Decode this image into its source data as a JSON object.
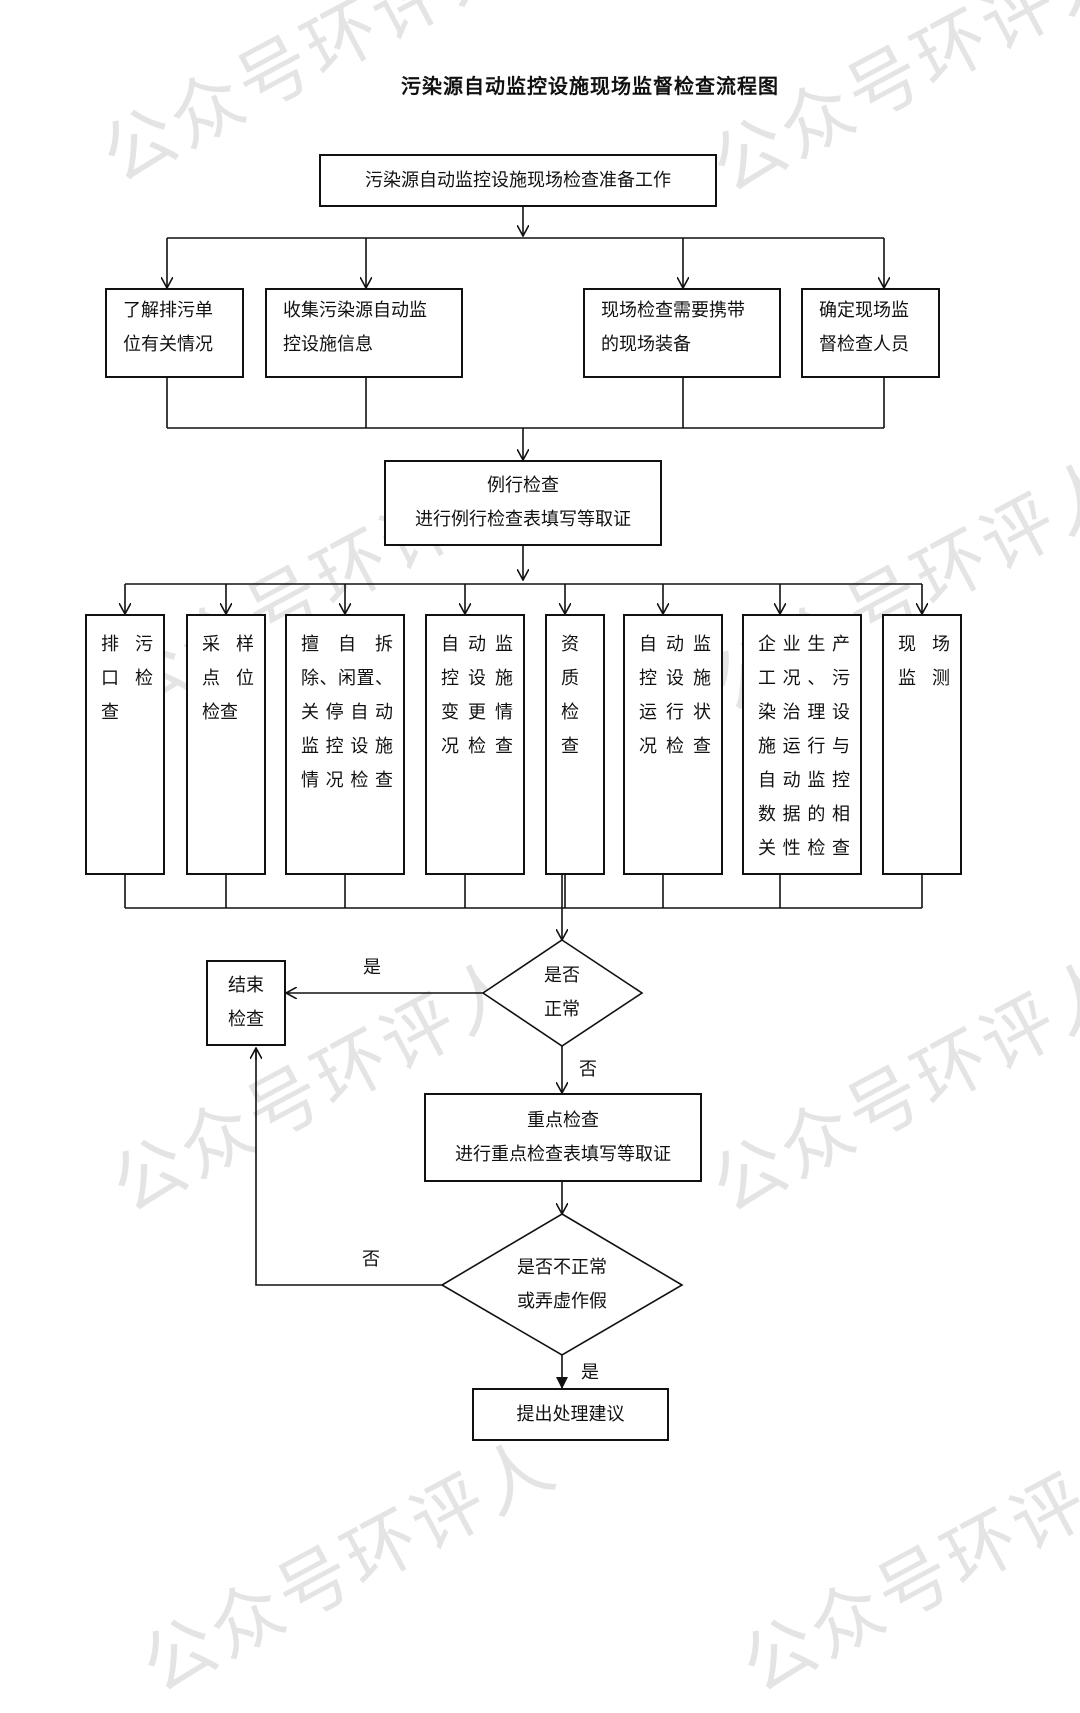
{
  "title": "污染源自动监控设施现场监督检查流程图",
  "watermark": "公众号环评人",
  "prep": "污染源自动监控设施现场检查准备工作",
  "prep_items": [
    {
      "lines": [
        "了解排污单",
        "位有关情况"
      ]
    },
    {
      "lines": [
        "收集污染源自动监",
        "控设施信息"
      ]
    },
    {
      "lines": [
        "现场检查需要携带",
        "的现场装备"
      ]
    },
    {
      "lines": [
        "确定现场监",
        "督检查人员"
      ]
    }
  ],
  "routine": {
    "line1": "例行检查",
    "line2": "进行例行检查表填写等取证"
  },
  "checks": [
    {
      "lines": [
        "排 污",
        "口 检",
        "查"
      ]
    },
    {
      "lines": [
        "采 样",
        "点 位",
        "检查"
      ]
    },
    {
      "lines": [
        "擅 自 拆",
        "除、闲置、",
        "关停自动",
        "监控设施",
        "情况检查"
      ]
    },
    {
      "lines": [
        "自动监",
        "控设施",
        "变更情",
        "况检查"
      ]
    },
    {
      "lines": [
        "资",
        "质",
        "检",
        "查"
      ]
    },
    {
      "lines": [
        "自动监",
        "控设施",
        "运行状",
        "况检查"
      ]
    },
    {
      "lines": [
        "企业生产",
        "工况、污",
        "染治理设",
        "施运行与",
        "自动监控",
        "数据的相",
        "关性检查"
      ]
    },
    {
      "lines": [
        "现 场",
        "监测"
      ]
    }
  ],
  "decision1": {
    "line1": "是否",
    "line2": "正常"
  },
  "end": {
    "line1": "结束",
    "line2": "检查"
  },
  "key": {
    "line1": "重点检查",
    "line2": "进行重点检查表填写等取证"
  },
  "decision2": {
    "line1": "是否不正常",
    "line2": "或弄虚作假"
  },
  "final": "提出处理建议",
  "labels": {
    "yes1": "是",
    "no1": "否",
    "no2": "否",
    "yes2": "是"
  }
}
